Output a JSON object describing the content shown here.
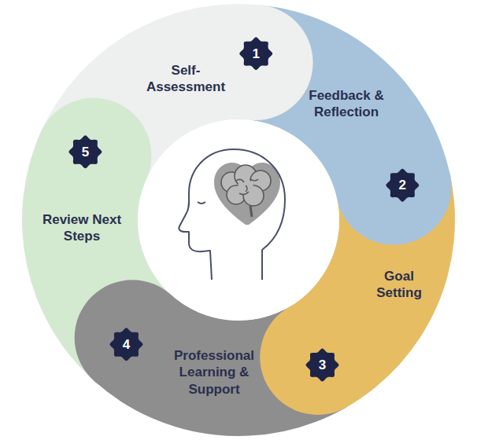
{
  "diagram": {
    "nodes": [
      {
        "text": [
          "Self- Assessment"
        ]
      },
      {
        "text": [
          "Feedback & Reflection"
        ]
      },
      {
        "text": [
          "Goal Setting"
        ]
      },
      {
        "text": [
          "Professional Learning & Support"
        ]
      },
      {
        "text": [
          "Review Next Steps"
        ]
      }
    ],
    "labels": [
      "1",
      "2",
      "3",
      "4",
      "5"
    ]
  }
}
